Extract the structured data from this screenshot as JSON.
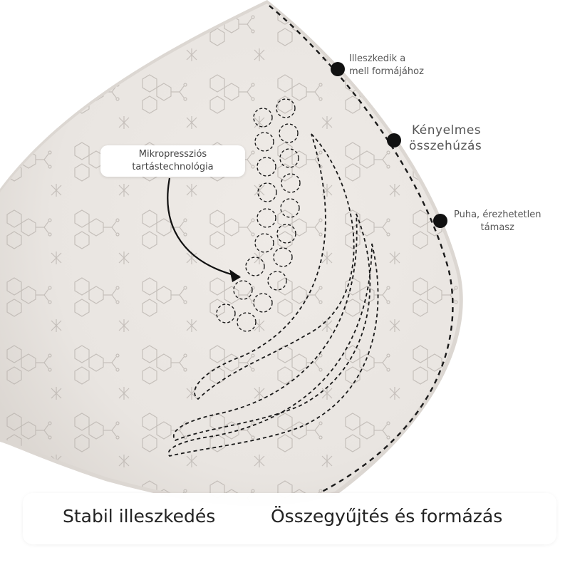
{
  "annotations": {
    "fit_line1": "Illeszkedik a",
    "fit_line2": "mell formájához",
    "comfort_line1": "Kényelmes",
    "comfort_line2": "összehúzás",
    "soft_line1": "Puha, érezhetetlen",
    "soft_line2": "támasz"
  },
  "callout": {
    "line1": "Mikropressziós",
    "line2": "tartástechnológia"
  },
  "bottom_bar": {
    "left": "Stabil illeszkedés",
    "right": "Összegyűjtés és formázás"
  },
  "icons": {
    "marker": "dot-marker-icon",
    "arrow": "curved-arrow-icon",
    "pattern": "molecule-pattern-icon"
  },
  "colors": {
    "pad_fabric": "#ece8e4",
    "pad_edge": "#dcd7d2",
    "pattern": "#b5afaa",
    "dashed_line": "#1a1a1a",
    "marker": "#111111",
    "text_gray": "#555555",
    "bar_text": "#222222"
  }
}
